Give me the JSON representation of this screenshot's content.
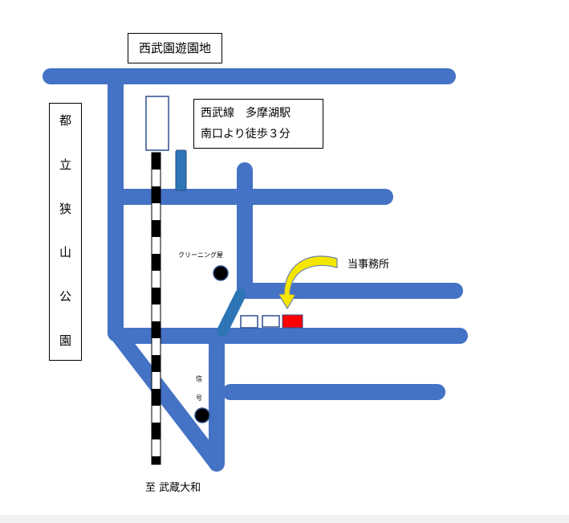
{
  "labels": {
    "amusement_park": "西武園遊園地",
    "station_line1": "西武線　多摩湖駅",
    "station_line2": "南口より徒歩３分",
    "park_chars": [
      "都",
      "立",
      "狭",
      "山",
      "公",
      "園"
    ],
    "office": "当事務所",
    "cleaning": "クリーニング屋",
    "signal_chars": [
      "信",
      "号"
    ],
    "destination": "至 武蔵大和"
  },
  "colors": {
    "road": "#4472c4",
    "road_dark": "#2e75b6",
    "office_marker": "#ff0000",
    "building_outline": "#2f4f8f",
    "arrow_fill": "#f5e600",
    "landmark_dot": "#000000"
  }
}
